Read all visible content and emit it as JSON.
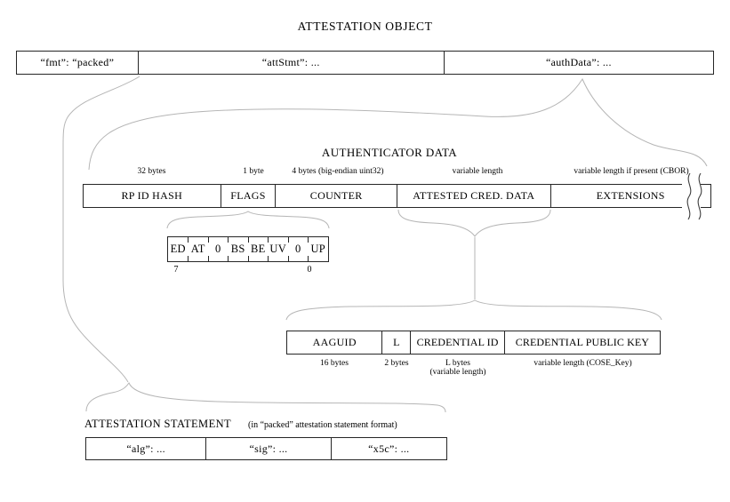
{
  "title": "ATTESTATION OBJECT",
  "colors": {
    "background": "#ffffff",
    "box_border": "#262626",
    "curve": "#b5b5b5",
    "text": "#000000"
  },
  "attestation_object": {
    "fields": [
      {
        "label": "“fmt”: “packed”"
      },
      {
        "label": "“attStmt”: ..."
      },
      {
        "label": "“authData”: ..."
      }
    ]
  },
  "authenticator_data": {
    "heading": "AUTHENTICATOR DATA",
    "fields": [
      {
        "label": "RP ID HASH",
        "size": "32 bytes"
      },
      {
        "label": "FLAGS",
        "size": "1 byte"
      },
      {
        "label": "COUNTER",
        "size": "4 bytes (big-endian uint32)"
      },
      {
        "label": "ATTESTED CRED. DATA",
        "size": "variable length"
      },
      {
        "label": "EXTENSIONS",
        "size": "variable length if present (CBOR)"
      }
    ]
  },
  "flags": {
    "bits": [
      "ED",
      "AT",
      "0",
      "BS",
      "BE",
      "UV",
      "0",
      "UP"
    ],
    "msb_label": "7",
    "lsb_label": "0"
  },
  "attested_credential_data": {
    "fields": [
      {
        "label": "AAGUID",
        "size": "16 bytes"
      },
      {
        "label": "L",
        "size": "2 bytes"
      },
      {
        "label": "CREDENTIAL ID",
        "size": "L bytes",
        "size2": "(variable length)"
      },
      {
        "label": "CREDENTIAL PUBLIC KEY",
        "size": "variable length (COSE_Key)"
      }
    ]
  },
  "attestation_statement": {
    "heading": "ATTESTATION STATEMENT",
    "note": "(in “packed” attestation statement format)",
    "fields": [
      {
        "label": "“alg”: ..."
      },
      {
        "label": "“sig”: ..."
      },
      {
        "label": "“x5c”: ..."
      }
    ]
  }
}
